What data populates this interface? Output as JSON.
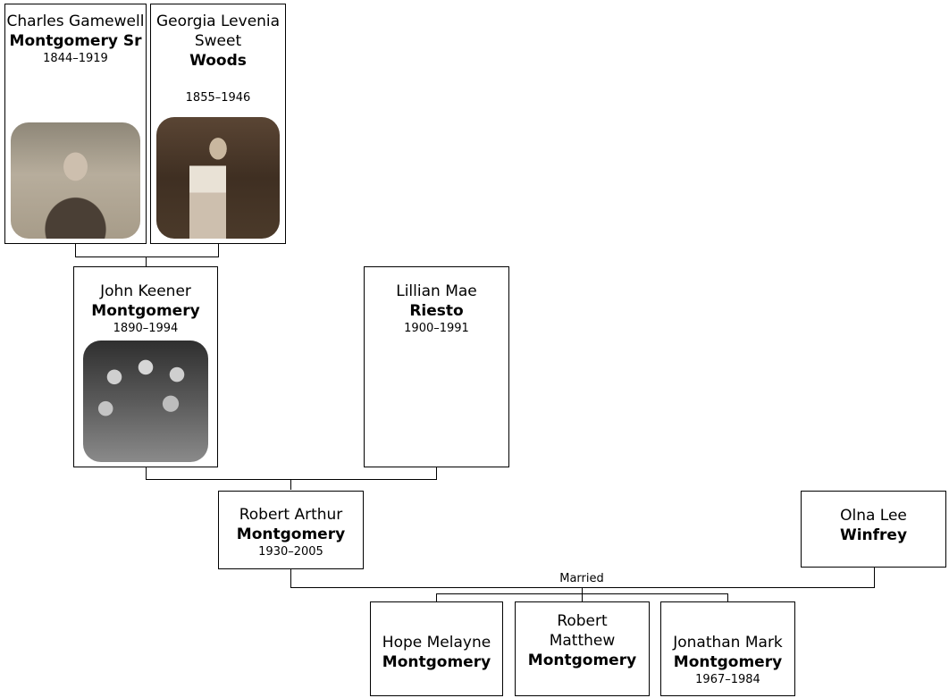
{
  "people": {
    "charles": {
      "first": "Charles Gamewell",
      "surname": "Montgomery Sr",
      "years": "1844–1919"
    },
    "georgia": {
      "first": "Georgia Levenia Sweet",
      "surname": "Woods",
      "years": "1855–1946"
    },
    "john": {
      "first": "John Keener",
      "surname": "Montgomery",
      "years": "1890–1994"
    },
    "lillian": {
      "first": "Lillian Mae",
      "surname": "Riesto",
      "years": "1900–1991"
    },
    "robert": {
      "first": "Robert Arthur",
      "surname": "Montgomery",
      "years": "1930–2005"
    },
    "olna": {
      "first": "Olna Lee",
      "surname": "Winfrey",
      "years": ""
    },
    "hope": {
      "first": "Hope Melayne",
      "surname": "Montgomery",
      "years": ""
    },
    "robertm": {
      "first": "Robert Matthew",
      "surname": "Montgomery",
      "years": ""
    },
    "jonathan": {
      "first": "Jonathan Mark",
      "surname": "Montgomery",
      "years": "1967–1984"
    }
  },
  "relations": {
    "married_label": "Married"
  }
}
